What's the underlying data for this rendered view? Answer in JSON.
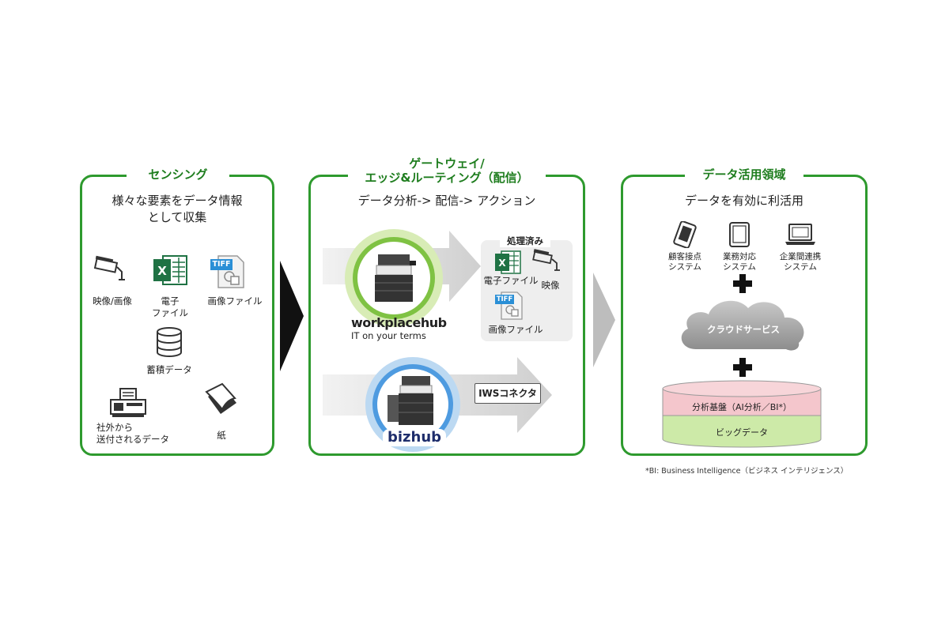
{
  "sensing": {
    "title": "センシング",
    "subtitle_line1": "様々な要素をデータ情報",
    "subtitle_line2": "として収集",
    "items": {
      "video": "映像/画像",
      "efile_1": "電子",
      "efile_2": "ファイル",
      "image_file": "画像ファイル",
      "storage": "蓄積データ",
      "fax_1": "社外から",
      "fax_2": "送付されるデータ",
      "paper": "紙"
    },
    "tiff_tag": "TIFF"
  },
  "gateway": {
    "title_line1": "ゲートウェイ/",
    "title_line2": "エッジ&ルーティング（配信）",
    "subtitle": "データ分析-> 配信-> アクション",
    "processed_title": "処理済み",
    "processed_efile": "電子ファイル",
    "processed_video": "映像",
    "processed_image": "画像ファイル",
    "tiff_tag": "TIFF",
    "workplace_logo": "workplacehub",
    "workplace_tagline": "IT on your terms",
    "bizhub_logo": "bizhub",
    "iws_label": "IWSコネクタ"
  },
  "utilization": {
    "title": "データ活用領域",
    "subtitle": "データを有効に利活用",
    "device1_line1": "顧客接点",
    "device1_line2": "システム",
    "device2_line1": "業務対応",
    "device2_line2": "システム",
    "device3_line1": "企業間連携",
    "device3_line2": "システム",
    "cloud_label": "クラウドサービス",
    "db_top_label": "分析基盤（AI分析／BI*）",
    "db_bottom_label": "ビッグデータ"
  },
  "footnote": "*BI: Business Intelligence（ビジネス インテリジェンス）",
  "colors": {
    "panel_border": "#2e9a2e",
    "title_green": "#1e7d1e",
    "excel_green": "#1f7244",
    "tiff_blue": "#2a8fd6",
    "db_pink": "#f4c6cc",
    "db_green": "#cdeaa8"
  }
}
